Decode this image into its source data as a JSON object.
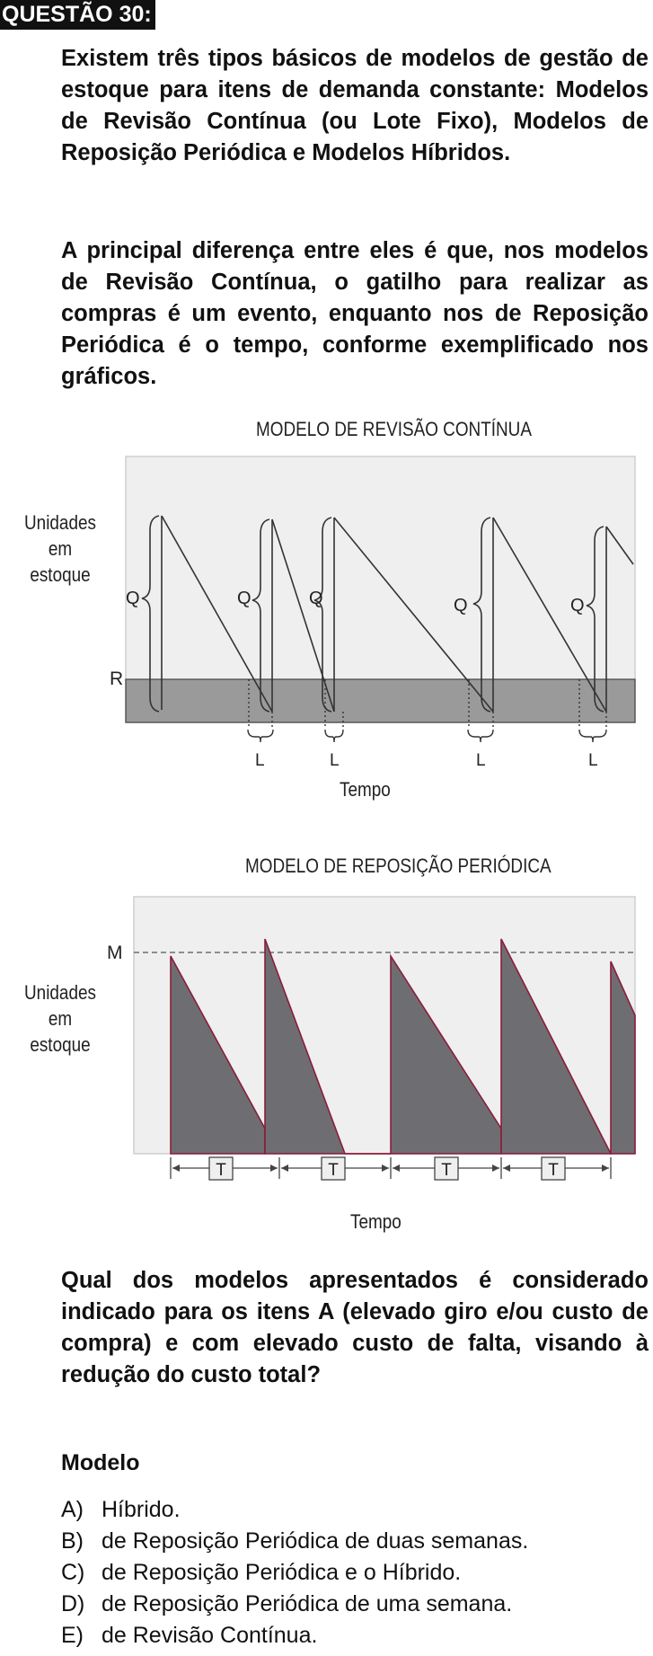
{
  "question": {
    "title": "QUESTÃO 30:",
    "paragraph1": "Existem três tipos básicos de modelos de gestão de estoque para itens de demanda constante: Modelos de Revisão Contínua (ou Lote Fixo), Modelos de Reposição Periódica e Modelos Híbridos.",
    "paragraph2": "A principal diferença entre eles é que, nos modelos de Revisão Contínua, o gatilho para realizar as compras é um evento, enquanto nos de Reposição Periódica é o tempo, conforme exemplificado nos gráficos.",
    "prompt": "Qual dos modelos apresentados é considerado indicado para os itens A (elevado giro e/ou custo de compra) e com elevado custo de falta, visando à redução do custo total?",
    "label": "Modelo",
    "options": [
      {
        "letter": "A)",
        "text": "Híbrido."
      },
      {
        "letter": "B)",
        "text": "de Reposição Periódica de duas semanas."
      },
      {
        "letter": "C)",
        "text": "de Reposição Periódica e o Híbrido."
      },
      {
        "letter": "D)",
        "text": "de Reposição Periódica de uma semana."
      },
      {
        "letter": "E)",
        "text": "de Revisão Contínua."
      }
    ]
  },
  "colors": {
    "plot_bg": "#efefef",
    "gray_band": "#9a9a9a",
    "tri_fill": "#6e6e72",
    "tri_edge": "#8b1c3a"
  },
  "chart_data": [
    {
      "type": "line",
      "title": "MODELO DE REVISÃO CONTÍNUA",
      "ylabel_lines": [
        "Unidades",
        "em",
        "estoque"
      ],
      "xlabel": "Tempo",
      "level_labels": {
        "reorder_point": "R"
      },
      "cycle_labels": [
        "Q",
        "Q",
        "Q",
        "Q",
        "Q"
      ],
      "lead_time_labels": [
        "L",
        "L",
        "L",
        "L"
      ]
    },
    {
      "type": "area",
      "title": "MODELO DE REPOSIÇÃO PERIÓDICA",
      "ylabel_lines": [
        "Unidades",
        "em",
        "estoque"
      ],
      "xlabel": "Tempo",
      "level_labels": {
        "maximum": "M"
      },
      "period_labels": [
        "T",
        "T",
        "T",
        "T"
      ]
    }
  ]
}
